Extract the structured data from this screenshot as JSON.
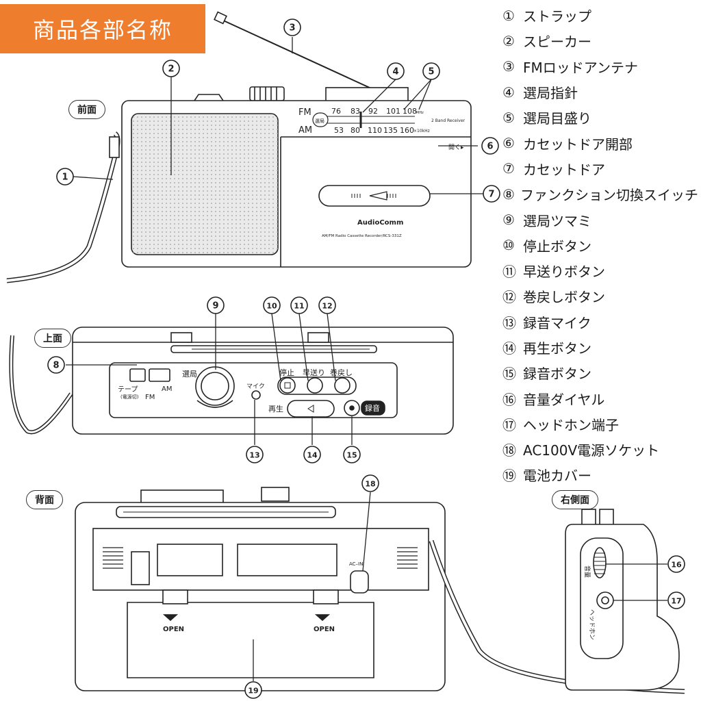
{
  "title": "商品各部名称",
  "views": {
    "front": "前面",
    "top": "上面",
    "back": "背面",
    "right": "右側面"
  },
  "legend": [
    {
      "num": "①",
      "label": "ストラップ"
    },
    {
      "num": "②",
      "label": "スピーカー"
    },
    {
      "num": "③",
      "label": "FMロッドアンテナ"
    },
    {
      "num": "④",
      "label": "選局指針"
    },
    {
      "num": "⑤",
      "label": "選局目盛り"
    },
    {
      "num": "⑥",
      "label": "カセットドア開部"
    },
    {
      "num": "⑦",
      "label": "カセットドア"
    },
    {
      "num": "⑧",
      "label": "ファンクション切換スイッチ"
    },
    {
      "num": "⑨",
      "label": "選局ツマミ"
    },
    {
      "num": "⑩",
      "label": "停止ボタン"
    },
    {
      "num": "⑪",
      "label": "早送りボタン"
    },
    {
      "num": "⑫",
      "label": "巻戻しボタン"
    },
    {
      "num": "⑬",
      "label": "録音マイク"
    },
    {
      "num": "⑭",
      "label": "再生ボタン"
    },
    {
      "num": "⑮",
      "label": "録音ボタン"
    },
    {
      "num": "⑯",
      "label": "音量ダイヤル"
    },
    {
      "num": "⑰",
      "label": "ヘッドホン端子"
    },
    {
      "num": "⑱",
      "label": "AC100V電源ソケット"
    },
    {
      "num": "⑲",
      "label": "電池カバー"
    }
  ],
  "callouts": [
    "1",
    "2",
    "3",
    "4",
    "5",
    "6",
    "7",
    "8",
    "9",
    "10",
    "11",
    "12",
    "13",
    "14",
    "15",
    "16",
    "17",
    "18",
    "19"
  ],
  "front_panel": {
    "fm": "FM",
    "am": "AM",
    "tuning": "選局",
    "fm_scale": [
      "76",
      "83",
      "92",
      "101",
      "108"
    ],
    "am_scale": [
      "53",
      "80",
      "110",
      "135",
      "160"
    ],
    "mhz": "MHz",
    "khz": "×10kHz",
    "band": "2 Band Receiver",
    "open": "開く▸",
    "brand": "AudioComm",
    "model": "AM/FM Radio Cassette Recorder/RCS-331Z"
  },
  "top_panel": {
    "tape": "テープ",
    "power_off": "(電源切)",
    "fm": "FM",
    "am": "AM",
    "tuning": "選局",
    "mic": "マイク",
    "stop": "停止",
    "ff": "早送り",
    "rew": "巻戻し",
    "play": "再生",
    "rec": "録音"
  },
  "back_panel": {
    "ac_in": "AC–IN",
    "open": "OPEN"
  },
  "side_panel": {
    "volume": "音量",
    "headphone": "ヘッドホン"
  }
}
